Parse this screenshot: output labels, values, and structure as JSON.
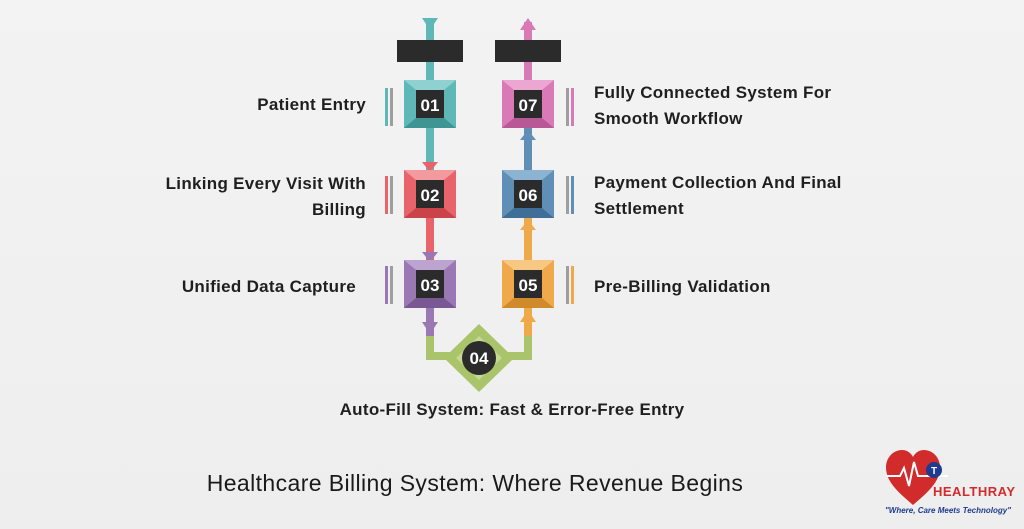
{
  "steps": [
    {
      "num": "01",
      "label": "Patient Entry"
    },
    {
      "num": "02",
      "label": "Linking Every Visit With Billing"
    },
    {
      "num": "03",
      "label": "Unified Data Capture"
    },
    {
      "num": "04",
      "label": "Auto-Fill System: Fast & Error-Free Entry"
    },
    {
      "num": "05",
      "label": "Pre-Billing Validation"
    },
    {
      "num": "06",
      "label": "Payment Collection And Final Settlement"
    },
    {
      "num": "07",
      "label": "Fully Connected System For Smooth Workflow"
    }
  ],
  "labels": {
    "step1": "Patient Entry",
    "step2_line1": "Linking Every Visit With",
    "step2_line2": "Billing",
    "step3": "Unified Data Capture",
    "step4": "Auto-Fill System: Fast & Error-Free Entry",
    "step5": "Pre-Billing Validation",
    "step6_line1": "Payment Collection And Final",
    "step6_line2": "Settlement",
    "step7_line1": "Fully Connected System For",
    "step7_line2": "Smooth Workflow"
  },
  "title": "Healthcare Billing System: Where Revenue Begins",
  "logo": {
    "brand": "HEALTHRAY",
    "tagline": "\"Where, Care Meets Technology\"",
    "icon": "heart-pulse-icon"
  },
  "colors": {
    "step01": "#5fb8b8",
    "step02": "#e9646a",
    "step03": "#9a78b4",
    "step04": "#a9c46a",
    "step05": "#f0a94a",
    "step06": "#5f8fb6",
    "step07": "#d97ab7",
    "dark": "#2b2b2b",
    "text": "#1f1f1f",
    "logo_red": "#d22b2b",
    "logo_blue": "#1d3c8f"
  }
}
